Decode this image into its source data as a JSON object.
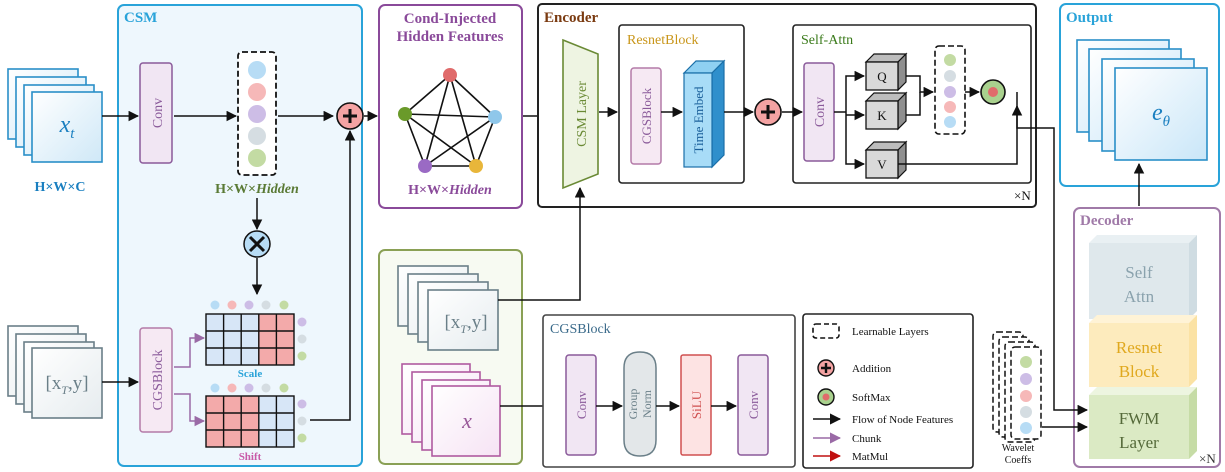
{
  "colors": {
    "csm_panel": "#29a3d9",
    "csm_fill": "#eef7fd",
    "cond_panel": "#8a4a9a",
    "encoder_border": "#222222",
    "resnet_title": "#c9961a",
    "self_attn_title": "#3a7a1a",
    "output_panel": "#29a3d9",
    "decoder_panel": "#a07aa8",
    "cgs_panel": "#444444",
    "green_panel": "#8aa055",
    "addition_fill": "#f4a3a3",
    "arrow_red": "#c01010",
    "arrow_purple": "#9a6aa6"
  },
  "inputs": {
    "xt": "x",
    "xt_sub": "t",
    "dims": "H×W×C",
    "cond": "[x",
    "cond_sub": "T",
    "cond_end": ",y]",
    "x": "x"
  },
  "csm": {
    "title": "CSM",
    "conv": "Conv",
    "hidden_label_prefix": "H×W×",
    "hidden_label_italic": "Hidden",
    "cgsblock": "CGSBlock",
    "scale": "Scale",
    "shift": "Shift"
  },
  "cond_injected": {
    "title_line1": "Cond-Injected",
    "title_line2": "Hidden Features",
    "dims_prefix": "H×W×",
    "dims_italic": "Hidden"
  },
  "encoder": {
    "title": "Encoder",
    "csm_layer": "CSM Layer",
    "resnet_title": "ResnetBlock",
    "cgsblock": "CGSBlock",
    "time_embed": "Time Embed",
    "self_attn_title": "Self-Attn",
    "conv": "Conv",
    "q": "Q",
    "k": "K",
    "v": "V",
    "repeat": "×N"
  },
  "output": {
    "title": "Output",
    "e": "e",
    "e_sub": "θ"
  },
  "decoder": {
    "title": "Decoder",
    "self_attn_line1": "Self",
    "self_attn_line2": "Attn",
    "resnet_line1": "Resnet",
    "resnet_line2": "Block",
    "fwm_line1": "FWM",
    "fwm_line2": "Layer",
    "repeat": "×N"
  },
  "cgsblock_detail": {
    "title": "CGSBlock",
    "conv1": "Conv",
    "group_norm_line1": "Group",
    "group_norm_line2": "Norm",
    "silu": "SiLU",
    "conv2": "Conv"
  },
  "wavelet": {
    "line1": "Wavelet",
    "line2": "Coeffs"
  },
  "legend": {
    "learnable": "Learnable Layers",
    "addition": "Addition",
    "softmax": "SoftMax",
    "flow": "Flow of Node Features",
    "chunk": "Chunk",
    "matmul": "MatMul"
  }
}
